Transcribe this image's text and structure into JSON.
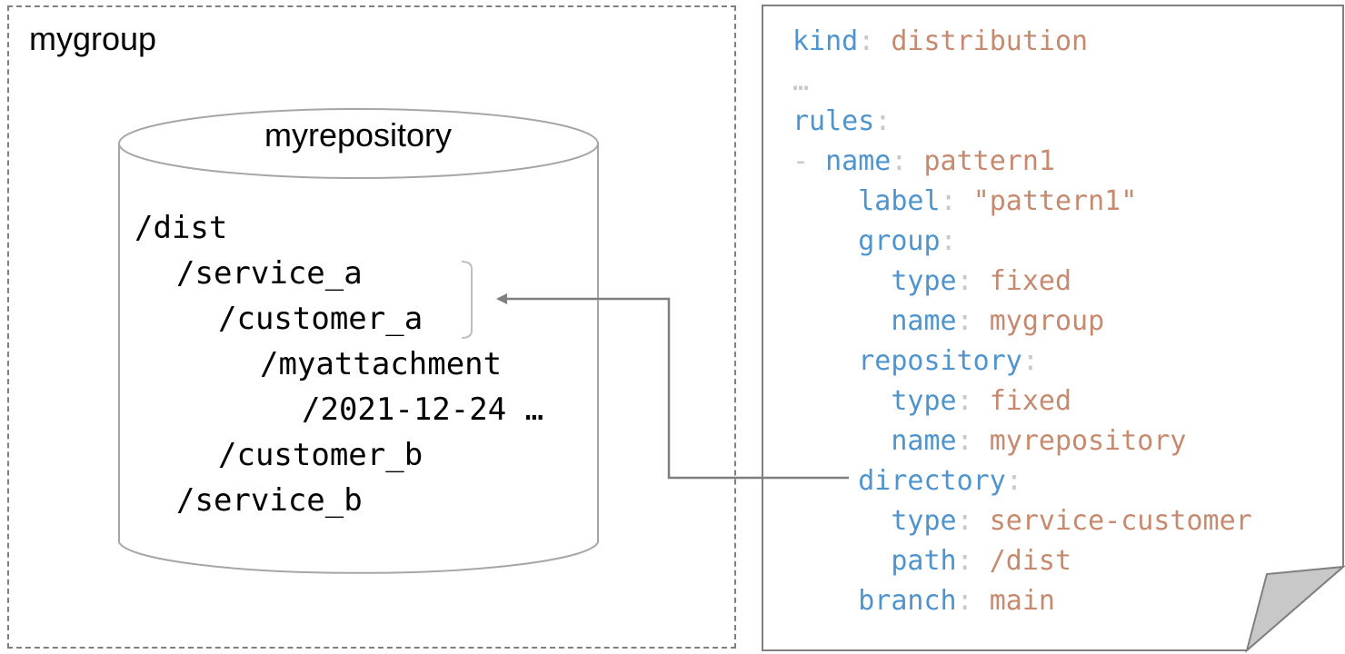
{
  "group": {
    "label": "mygroup"
  },
  "repository": {
    "label": "myrepository",
    "tree": [
      {
        "indent": 0,
        "text": "/dist"
      },
      {
        "indent": 1,
        "text": "/service_a"
      },
      {
        "indent": 2,
        "text": "/customer_a"
      },
      {
        "indent": 3,
        "text": "/myattachment"
      },
      {
        "indent": 4,
        "text": "/2021-12-24 …"
      },
      {
        "indent": 2,
        "text": "/customer_b"
      },
      {
        "indent": 1,
        "text": "/service_b"
      }
    ]
  },
  "config": {
    "lines": [
      {
        "indent": 0,
        "dash": false,
        "key": "kind",
        "value": "distribution"
      },
      {
        "indent": 0,
        "dash": false,
        "key": "",
        "value": "",
        "ellipsis": "…"
      },
      {
        "indent": 0,
        "dash": false,
        "key": "rules",
        "value": ""
      },
      {
        "indent": 1,
        "dash": true,
        "key": "name",
        "value": "pattern1"
      },
      {
        "indent": 2,
        "dash": false,
        "key": "label",
        "value": "\"pattern1\""
      },
      {
        "indent": 2,
        "dash": false,
        "key": "group",
        "value": ""
      },
      {
        "indent": 3,
        "dash": false,
        "key": "type",
        "value": "fixed"
      },
      {
        "indent": 3,
        "dash": false,
        "key": "name",
        "value": "mygroup"
      },
      {
        "indent": 2,
        "dash": false,
        "key": "repository",
        "value": ""
      },
      {
        "indent": 3,
        "dash": false,
        "key": "type",
        "value": "fixed"
      },
      {
        "indent": 3,
        "dash": false,
        "key": "name",
        "value": "myrepository"
      },
      {
        "indent": 2,
        "dash": false,
        "key": "directory",
        "value": ""
      },
      {
        "indent": 3,
        "dash": false,
        "key": "type",
        "value": "service-customer"
      },
      {
        "indent": 3,
        "dash": false,
        "key": "path",
        "value": "/dist"
      },
      {
        "indent": 2,
        "dash": false,
        "key": "branch",
        "value": "main"
      }
    ]
  },
  "colors": {
    "key": "#4f94cd",
    "value": "#c58a6f",
    "punctuation": "#c8c8c8",
    "connector": "#7f7f7f",
    "page_fold": "#c8c8c8"
  }
}
